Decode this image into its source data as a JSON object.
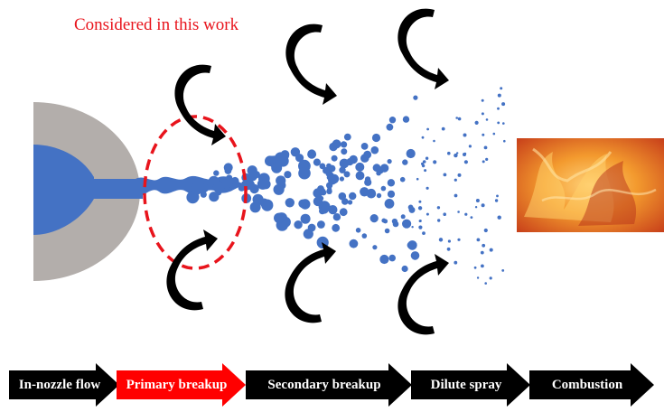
{
  "highlight": {
    "label": "Considered in this work",
    "color": "#e8141c"
  },
  "colors": {
    "nozzle_body": "#b3aeab",
    "liquid": "#4472c4",
    "arrow_fill": "#000000",
    "stage_text": "#ffffff",
    "primary_fill": "#ff0000",
    "flame": "#e8631a"
  },
  "icons": {
    "swirl": "curved-swirl-arrow-icon",
    "flame": "fire-image"
  },
  "stages": [
    {
      "id": "in-nozzle-flow",
      "label": "In-nozzle flow",
      "highlighted": false
    },
    {
      "id": "primary-breakup",
      "label": "Primary breakup",
      "highlighted": true
    },
    {
      "id": "secondary-breakup",
      "label": "Secondary breakup",
      "highlighted": false
    },
    {
      "id": "dilute-spray",
      "label": "Dilute spray",
      "highlighted": false
    },
    {
      "id": "combustion",
      "label": "Combustion",
      "highlighted": false
    }
  ]
}
